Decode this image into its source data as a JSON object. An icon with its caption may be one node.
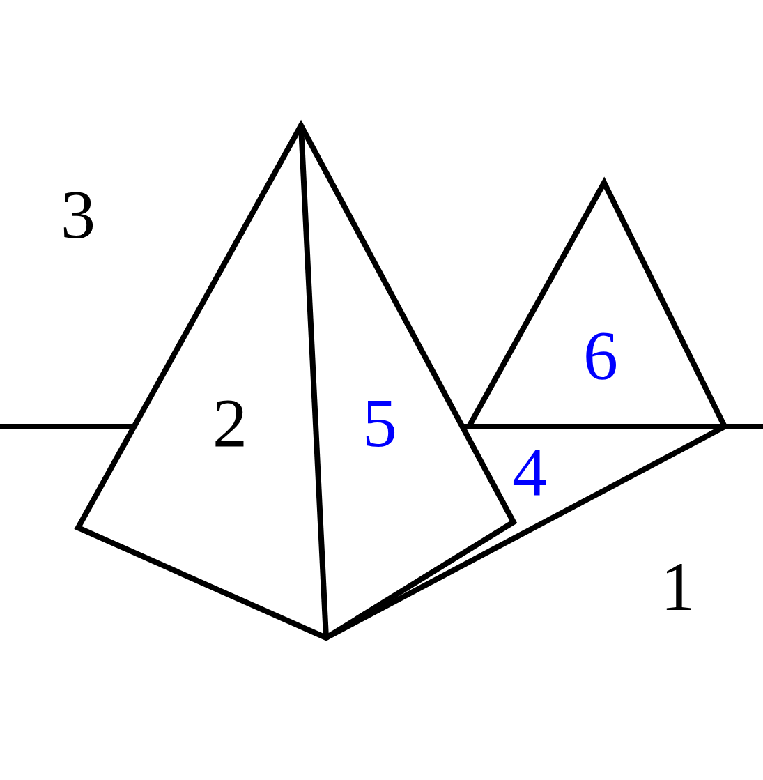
{
  "diagram": {
    "labels": [
      "3",
      "6",
      "2",
      "5",
      "4",
      "1"
    ]
  }
}
